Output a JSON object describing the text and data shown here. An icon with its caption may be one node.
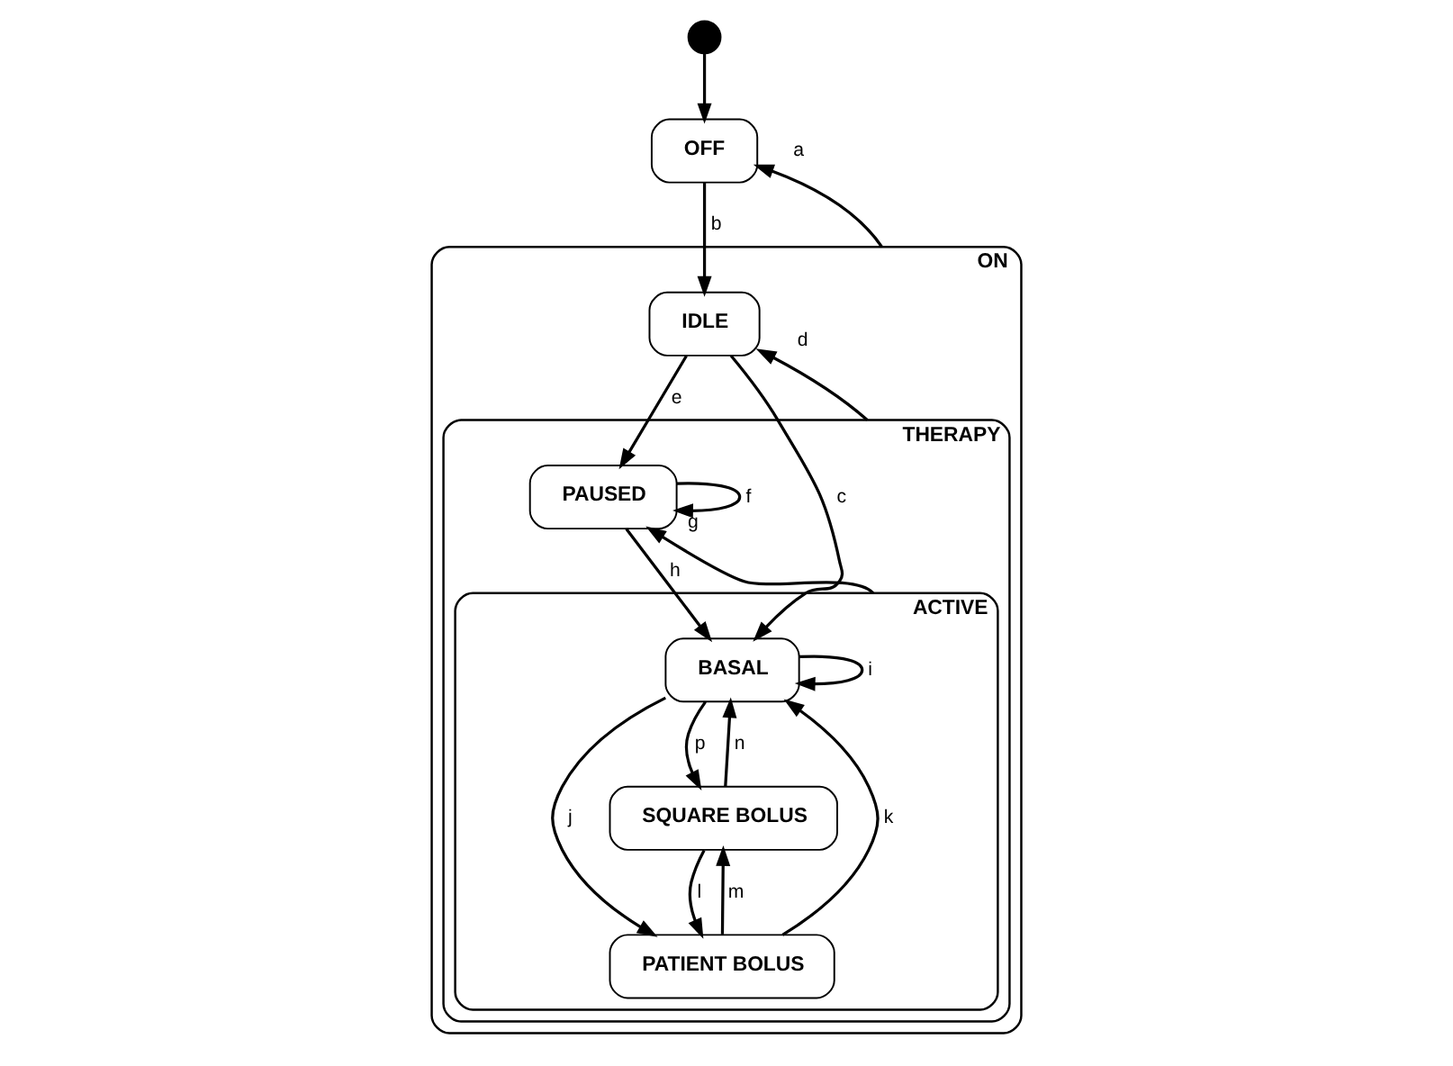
{
  "diagram": {
    "nodes": [
      {
        "text": [],
        "shape": "circle"
      },
      {
        "text": [
          "OFF"
        ]
      },
      {
        "text": [
          "ON"
        ]
      },
      {
        "text": [
          "IDLE"
        ],
        "in": 2
      },
      {
        "text": [
          "THERAPY"
        ],
        "in": 2
      },
      {
        "text": [
          "PAUSED"
        ],
        "in": 4
      },
      {
        "text": [
          "ACTIVE"
        ],
        "in": 4
      },
      {
        "text": [
          "BASAL"
        ],
        "in": 6
      },
      {
        "text": [
          "SQUARE BOLUS"
        ],
        "in": 6
      },
      {
        "text": [
          "PATIENT BOLUS"
        ],
        "in": 6
      }
    ],
    "edges": [
      {
        "from": 0,
        "to": 1,
        "arrow": "to"
      },
      {
        "from": 1,
        "to": 3,
        "arrow": "to",
        "label": "b"
      },
      {
        "from": 2,
        "to": 1,
        "arrow": "to",
        "label": "a"
      },
      {
        "from": 3,
        "to": 5,
        "arrow": "to",
        "label": "e"
      },
      {
        "from": 4,
        "to": 3,
        "arrow": "to",
        "label": "d"
      },
      {
        "from": 3,
        "to": 7,
        "arrow": "to",
        "label": "c"
      },
      {
        "from": 5,
        "to": 7,
        "arrow": "to",
        "label": "h"
      },
      {
        "from": 5,
        "to": 5,
        "arrow": "to",
        "label": "f"
      },
      {
        "from": 6,
        "to": 5,
        "arrow": "to",
        "label": "g"
      },
      {
        "from": 7,
        "to": 7,
        "arrow": "to",
        "label": "i"
      },
      {
        "from": 7,
        "to": 9,
        "arrow": "to",
        "label": "j"
      },
      {
        "from": 9,
        "to": 7,
        "arrow": "to",
        "label": "k"
      },
      {
        "from": 9,
        "to": 8,
        "arrow": "to",
        "label": "m"
      },
      {
        "from": 8,
        "to": 9,
        "arrow": "to",
        "label": "l"
      },
      {
        "from": 8,
        "to": 7,
        "arrow": "to",
        "label": "n"
      },
      {
        "from": 7,
        "to": 8,
        "arrow": "to",
        "label": "p"
      }
    ]
  }
}
